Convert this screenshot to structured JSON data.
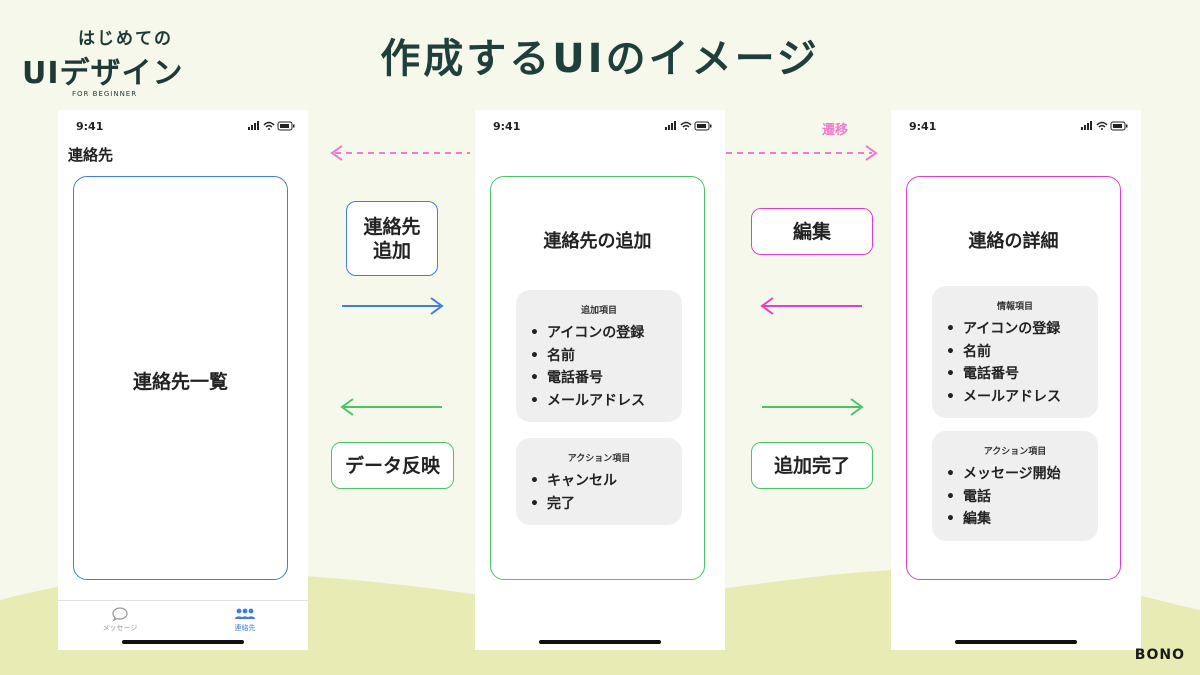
{
  "header": {
    "logo_sub": "はじめての",
    "logo_main": "UIデザイン",
    "logo_tag": "FOR BEGINNER",
    "title": "作成するUIのイメージ",
    "brand": "BONO"
  },
  "status_time": "9:41",
  "transition_label": "遷移",
  "phones": {
    "list": {
      "screen_title": "連絡先",
      "center_label": "連絡先一覧",
      "tabs": [
        {
          "label": "メッセージ",
          "icon": "chat-bubble-icon",
          "color": "#9a9a9a"
        },
        {
          "label": "連絡先",
          "icon": "people-icon",
          "color": "#3f7de0"
        }
      ]
    },
    "add": {
      "heading": "連絡先の追加",
      "card1_title": "追加項目",
      "card1_items": [
        "アイコンの登録",
        "名前",
        "電話番号",
        "メールアドレス"
      ],
      "card2_title": "アクション項目",
      "card2_items": [
        "キャンセル",
        "完了"
      ]
    },
    "detail": {
      "heading": "連絡の詳細",
      "card1_title": "情報項目",
      "card1_items": [
        "アイコンの登録",
        "名前",
        "電話番号",
        "メールアドレス"
      ],
      "card2_title": "アクション項目",
      "card2_items": [
        "メッセージ開始",
        "電話",
        "編集"
      ]
    }
  },
  "pills": {
    "add_contact_line1": "連絡先",
    "add_contact_line2": "追加",
    "data_reflect": "データ反映",
    "edit": "編集",
    "add_complete": "追加完了"
  },
  "colors": {
    "blue": "#3f7de0",
    "green": "#49c568",
    "pink": "#e43fc4",
    "dashed_pink": "#f07ccf",
    "title": "#1f3f3a",
    "hill": "#e8ebb4"
  }
}
